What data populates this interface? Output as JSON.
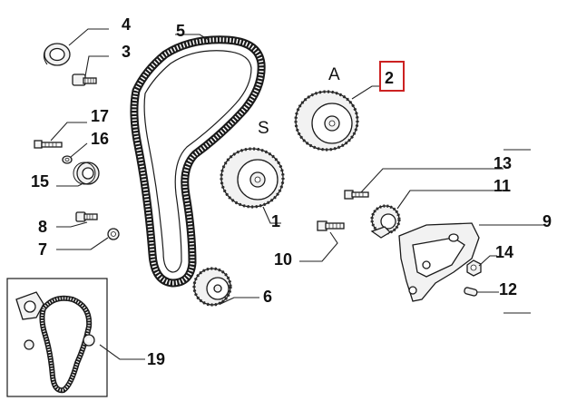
{
  "diagram": {
    "callouts": [
      {
        "id": "p1",
        "label": "1"
      },
      {
        "id": "p2",
        "label": "2"
      },
      {
        "id": "p3",
        "label": "3"
      },
      {
        "id": "p4",
        "label": "4"
      },
      {
        "id": "p5",
        "label": "5"
      },
      {
        "id": "p6",
        "label": "6"
      },
      {
        "id": "p7",
        "label": "7"
      },
      {
        "id": "p8",
        "label": "8"
      },
      {
        "id": "p9",
        "label": "9"
      },
      {
        "id": "p10",
        "label": "10"
      },
      {
        "id": "p11",
        "label": "11"
      },
      {
        "id": "p12",
        "label": "12"
      },
      {
        "id": "p13",
        "label": "13"
      },
      {
        "id": "p14",
        "label": "14"
      },
      {
        "id": "p15",
        "label": "15"
      },
      {
        "id": "p16",
        "label": "16"
      },
      {
        "id": "p17",
        "label": "17"
      },
      {
        "id": "p19",
        "label": "19"
      }
    ],
    "pulley_letters": {
      "exhaust": "S",
      "intake": "A"
    },
    "highlighted_callout": "2",
    "colors": {
      "highlight": "#cc2222",
      "ink": "#1a1a1a"
    }
  }
}
